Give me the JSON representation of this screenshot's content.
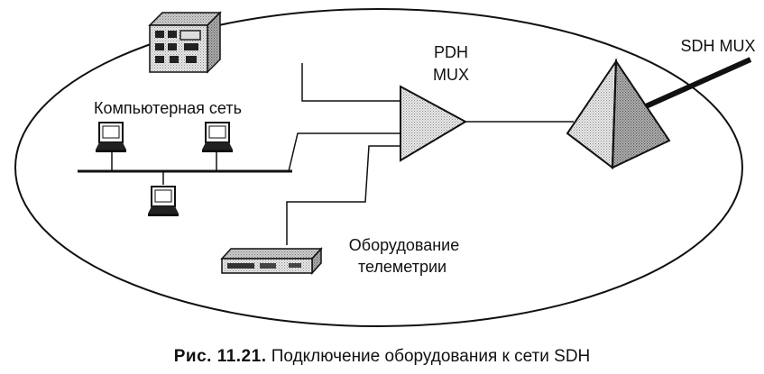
{
  "labels": {
    "pdh_line1": "PDH",
    "pdh_line2": "MUX",
    "sdh": "SDH MUX",
    "computer_network": "Компьютерная сеть",
    "telemetry_line1": "Оборудование",
    "telemetry_line2": "телеметрии"
  },
  "caption": {
    "prefix": "Рис. 11.21.",
    "text": "Подключение оборудования к сети SDH"
  },
  "icons": {
    "telephone_exchange": "pbx-cabinet-icon",
    "pdh_mux": "triangle-mux-icon",
    "sdh_mux": "pyramid-mux-icon",
    "workstation": "computer-terminal-icon",
    "telemetry": "telemetry-device-icon"
  }
}
